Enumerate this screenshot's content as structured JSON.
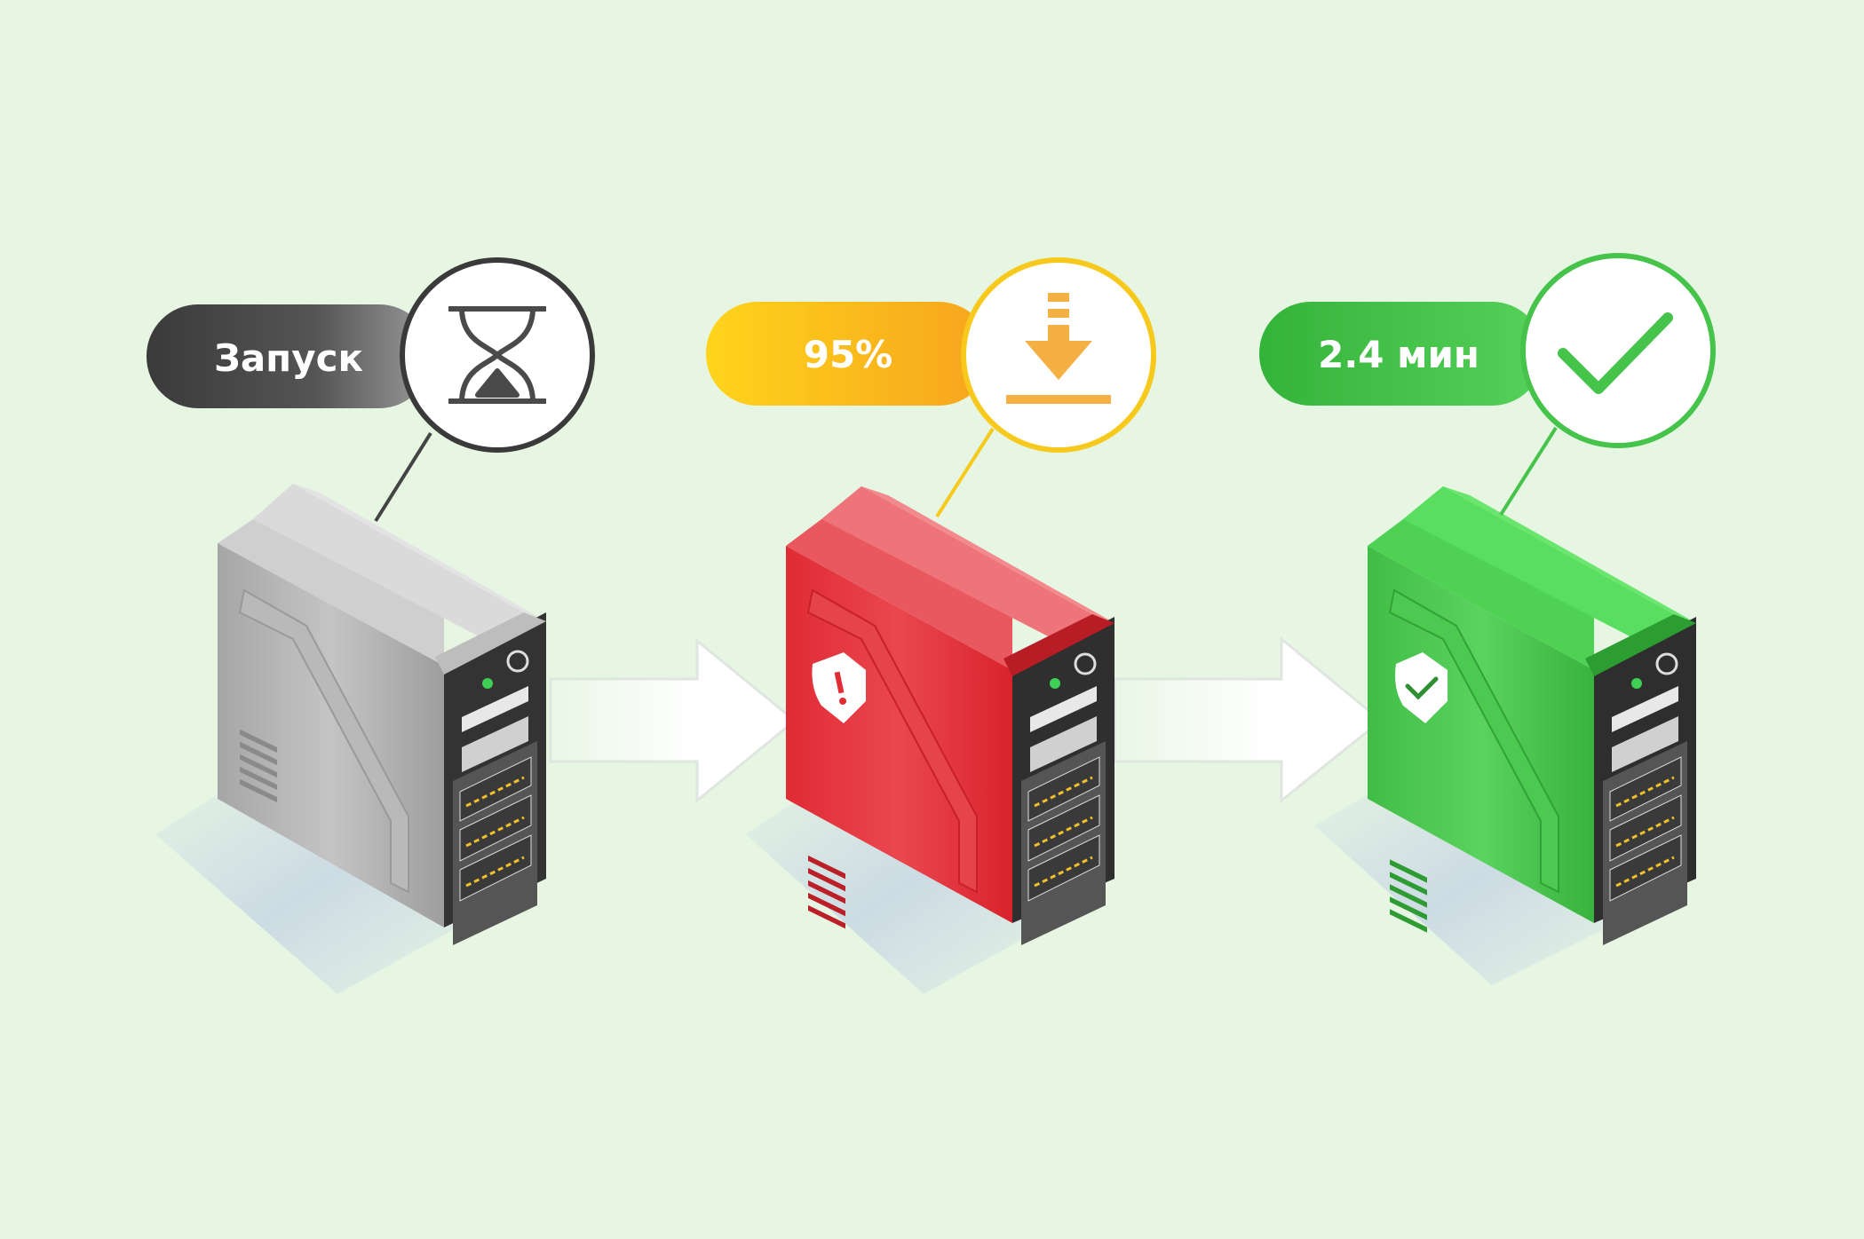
{
  "stages": [
    {
      "id": "start",
      "label": "Запуск",
      "icon": "hourglass-icon",
      "accent": "#333333",
      "pill_colors": [
        "#3c3c3c",
        "#8d8d8d"
      ],
      "server_colors": {
        "top": "#d9d9d9",
        "front": "#b3b3b3",
        "side": "#3a3a3a"
      },
      "badge_icon": null
    },
    {
      "id": "download",
      "label": "95%",
      "progress_percent": 95,
      "icon": "download-icon",
      "accent": "#f7c91d",
      "pill_colors": [
        "#ffd21a",
        "#f7a51d"
      ],
      "server_colors": {
        "top": "#ee6d72",
        "front": "#e22d35",
        "side": "#2f2f2f"
      },
      "badge_icon": "alert-shield-icon"
    },
    {
      "id": "done",
      "label": "2.4 мин",
      "icon": "checkmark-icon",
      "accent": "#46c34a",
      "pill_colors": [
        "#36b63b",
        "#54cf58"
      ],
      "server_colors": {
        "top": "#5fe064",
        "front": "#45c34a",
        "side": "#2e2e2e"
      },
      "badge_icon": "check-shield-icon"
    }
  ],
  "arrows": [
    "arrow-right-icon",
    "arrow-right-icon"
  ]
}
